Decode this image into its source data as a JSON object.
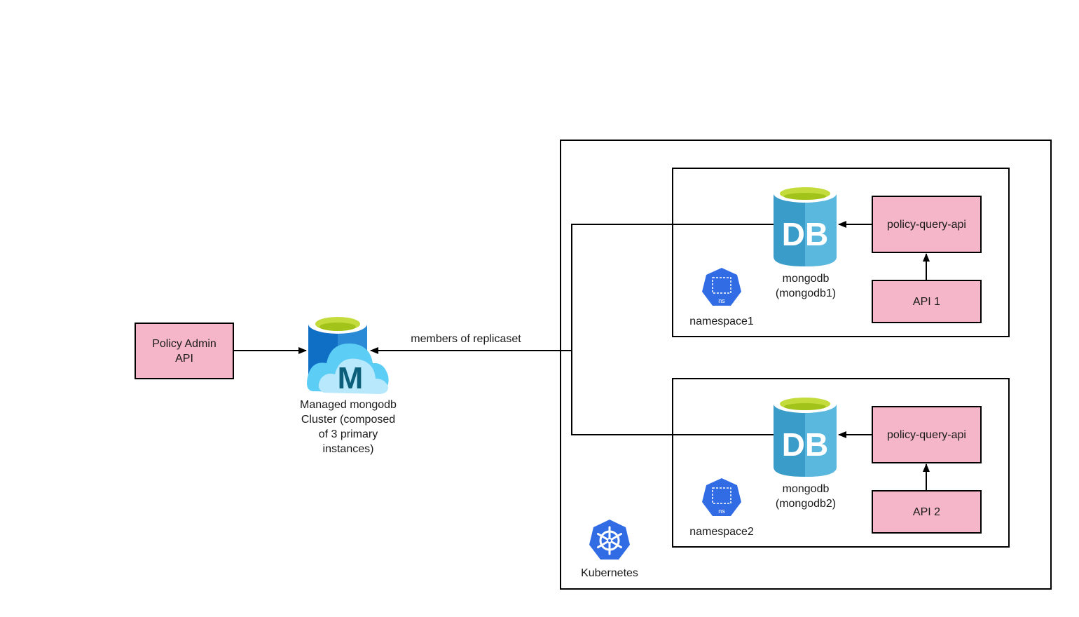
{
  "diagram": {
    "colors": {
      "node_fill": "#f4b6c8",
      "stroke": "#000000",
      "db_blue_dark": "#3a9cc9",
      "db_blue_light": "#5ab8de",
      "db_top": "#b8d432",
      "k8s_blue": "#326ce5"
    },
    "nodes": {
      "policy_admin_api": "Policy Admin\nAPI",
      "managed_cluster_label": "Managed mongodb\nCluster  (composed\nof 3 primary\ninstances)",
      "replicaset_label": "members of replicaset",
      "kubernetes_label": "Kubernetes",
      "namespaces": [
        {
          "label": "namespace1",
          "ns_icon_text": "ns",
          "db_icon_text": "DB",
          "mongodb_label": "mongodb\n(mongodb1)",
          "query_api": "policy-query-api",
          "api": "API 1"
        },
        {
          "label": "namespace2",
          "ns_icon_text": "ns",
          "db_icon_text": "DB",
          "mongodb_label": "mongodb\n(mongodb2)",
          "query_api": "policy-query-api",
          "api": "API 2"
        }
      ],
      "cluster_icon_text": "M"
    },
    "edges": [
      {
        "from": "Policy Admin API",
        "to": "Managed mongodb Cluster"
      },
      {
        "from": "mongodb (mongodb1)",
        "to": "Managed mongodb Cluster",
        "label": "members of replicaset"
      },
      {
        "from": "mongodb (mongodb2)",
        "to": "Managed mongodb Cluster",
        "label": "members of replicaset"
      },
      {
        "from": "policy-query-api (namespace1)",
        "to": "mongodb (mongodb1)"
      },
      {
        "from": "API 1",
        "to": "policy-query-api (namespace1)"
      },
      {
        "from": "policy-query-api (namespace2)",
        "to": "mongodb (mongodb2)"
      },
      {
        "from": "API 2",
        "to": "policy-query-api (namespace2)"
      }
    ]
  }
}
